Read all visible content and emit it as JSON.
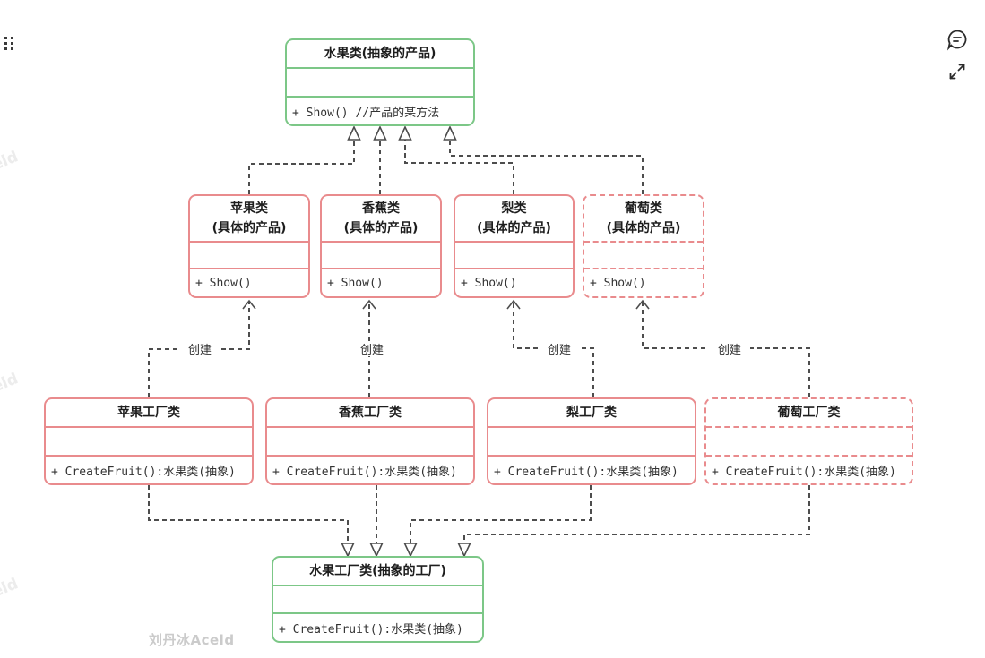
{
  "canvas": {
    "watermark_text": "刘丹冰Aceld",
    "edge_watermark_text": "eld"
  },
  "toolbar": {
    "icons": [
      "drag-handle-icon",
      "comment-bubble-icon",
      "expand-icon"
    ]
  },
  "colors": {
    "abstract_border": "#7cc787",
    "concrete_border": "#e98b8d",
    "connector": "#4d4d4d",
    "watermark": "#cbcbcb"
  },
  "diagram": {
    "nodes": {
      "fruit": {
        "title": "水果类(抽象的产品)",
        "method": "+ Show() //产品的某方法"
      },
      "apple": {
        "title": "苹果类",
        "subtitle": "(具体的产品)",
        "method": "+ Show()"
      },
      "banana": {
        "title": "香蕉类",
        "subtitle": "(具体的产品)",
        "method": "+ Show()"
      },
      "pear": {
        "title": "梨类",
        "subtitle": "(具体的产品)",
        "method": "+ Show()"
      },
      "grape": {
        "title": "葡萄类",
        "subtitle": "(具体的产品)",
        "method": "+ Show()"
      },
      "apple_factory": {
        "title": "苹果工厂类",
        "method": "+ CreateFruit():水果类(抽象)"
      },
      "banana_factory": {
        "title": "香蕉工厂类",
        "method": "+ CreateFruit():水果类(抽象)"
      },
      "pear_factory": {
        "title": "梨工厂类",
        "method": "+ CreateFruit():水果类(抽象)"
      },
      "grape_factory": {
        "title": "葡萄工厂类",
        "method": "+ CreateFruit():水果类(抽象)"
      },
      "fruit_factory": {
        "title": "水果工厂类(抽象的工厂)",
        "method": "+ CreateFruit():水果类(抽象)"
      }
    },
    "edge_label": "创建",
    "edges": [
      {
        "from": "apple",
        "to": "fruit",
        "type": "realization"
      },
      {
        "from": "banana",
        "to": "fruit",
        "type": "realization"
      },
      {
        "from": "pear",
        "to": "fruit",
        "type": "realization"
      },
      {
        "from": "grape",
        "to": "fruit",
        "type": "realization"
      },
      {
        "from": "apple_factory",
        "to": "apple",
        "type": "dependency",
        "label": "创建"
      },
      {
        "from": "banana_factory",
        "to": "banana",
        "type": "dependency",
        "label": "创建"
      },
      {
        "from": "pear_factory",
        "to": "pear",
        "type": "dependency",
        "label": "创建"
      },
      {
        "from": "grape_factory",
        "to": "grape",
        "type": "dependency",
        "label": "创建"
      },
      {
        "from": "apple_factory",
        "to": "fruit_factory",
        "type": "realization"
      },
      {
        "from": "banana_factory",
        "to": "fruit_factory",
        "type": "realization"
      },
      {
        "from": "pear_factory",
        "to": "fruit_factory",
        "type": "realization"
      },
      {
        "from": "grape_factory",
        "to": "fruit_factory",
        "type": "realization"
      }
    ]
  }
}
